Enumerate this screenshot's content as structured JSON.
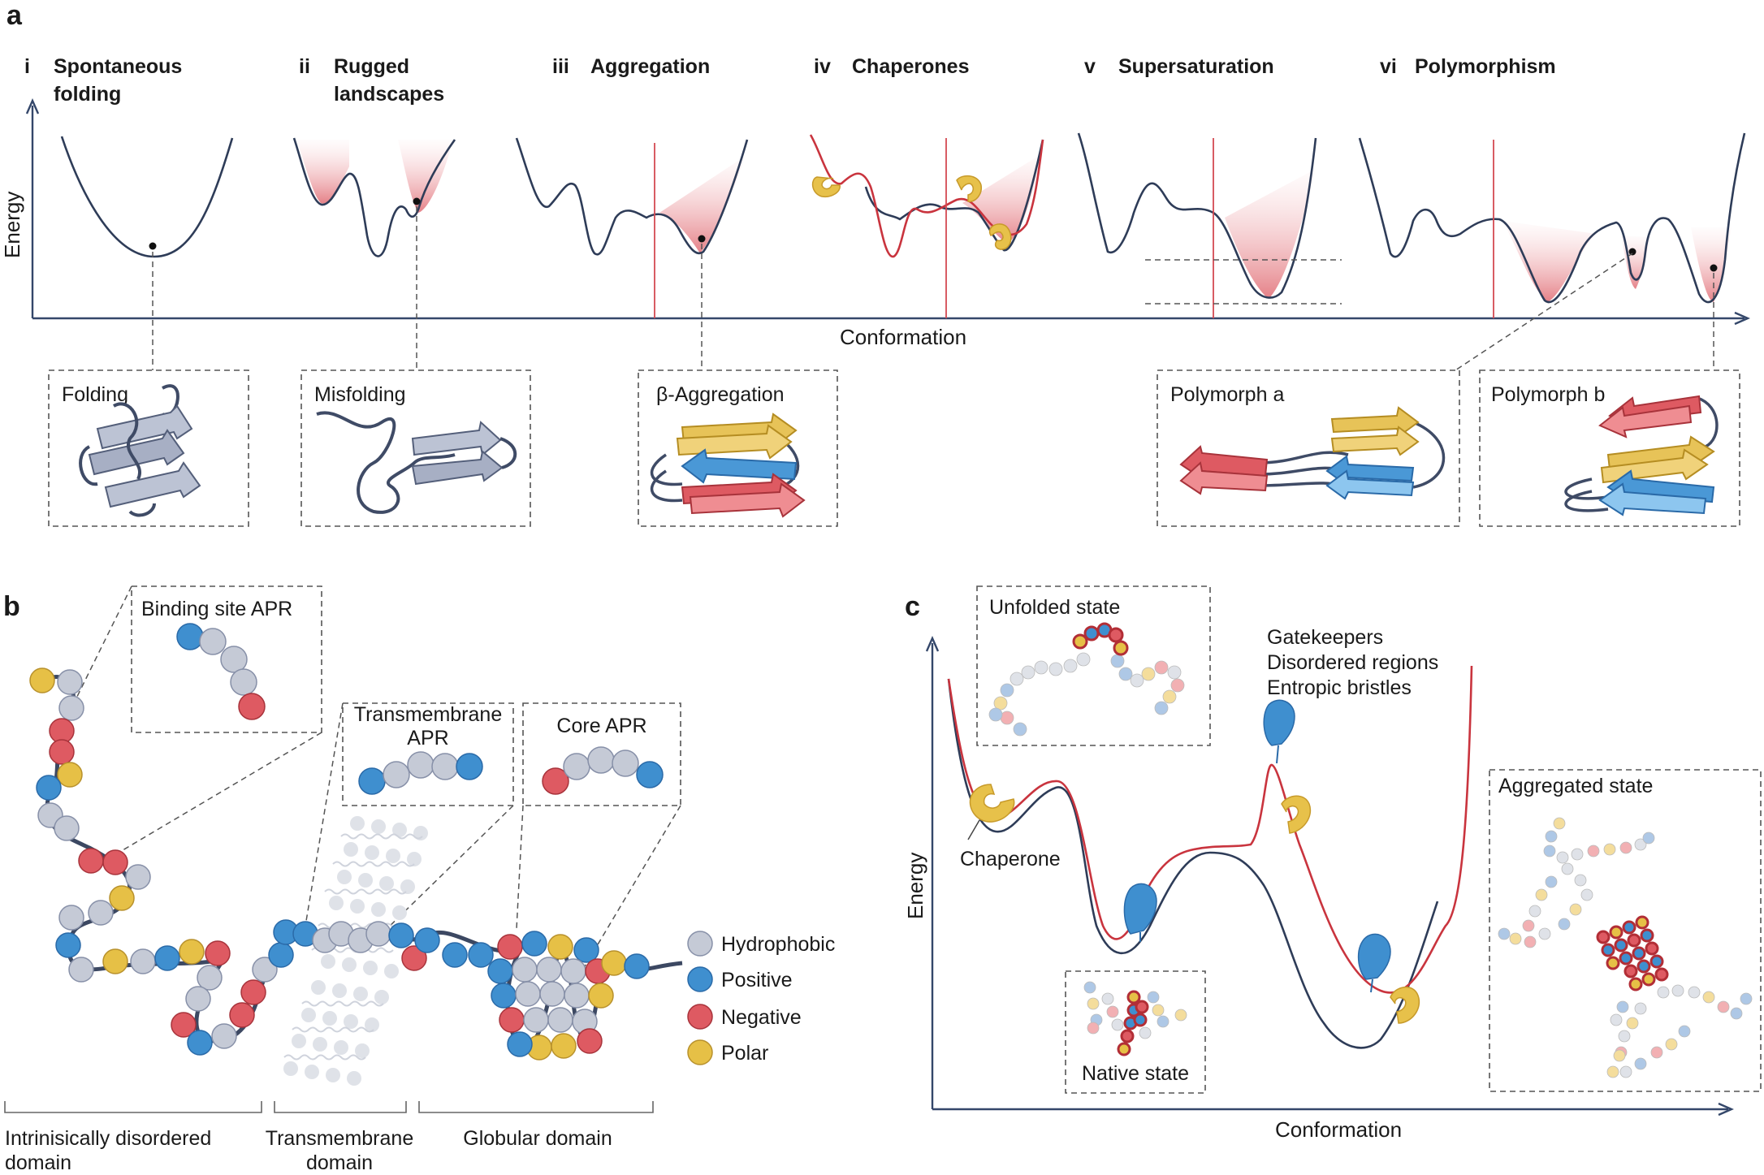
{
  "panel_a": {
    "letter": "a",
    "items": [
      {
        "numeral": "i",
        "title_line1": "Spontaneous",
        "title_line2": "folding"
      },
      {
        "numeral": "ii",
        "title_line1": "Rugged",
        "title_line2": "landscapes"
      },
      {
        "numeral": "iii",
        "title_line1": "Aggregation",
        "title_line2": ""
      },
      {
        "numeral": "iv",
        "title_line1": "Chaperones",
        "title_line2": ""
      },
      {
        "numeral": "v",
        "title_line1": "Supersaturation",
        "title_line2": ""
      },
      {
        "numeral": "vi",
        "title_line1": "Polymorphism",
        "title_line2": ""
      }
    ],
    "y_axis_label": "Energy",
    "x_axis_label": "Conformation",
    "boxes": [
      "Folding",
      "Misfolding",
      "β-Aggregation",
      "Polymorph a",
      "Polymorph b"
    ]
  },
  "panel_b": {
    "letter": "b",
    "insets": {
      "binding": "Binding site APR",
      "transmembrane_line1": "Transmembrane",
      "transmembrane_line2": "APR",
      "core": "Core APR"
    },
    "legend": [
      {
        "label": "Hydrophobic",
        "color": "#c5cad6"
      },
      {
        "label": "Positive",
        "color": "#3f8fcf"
      },
      {
        "label": "Negative",
        "color": "#de5a62"
      },
      {
        "label": "Polar",
        "color": "#e6c046"
      }
    ],
    "domains": {
      "idr_line1": "Intrinisically disordered",
      "idr_line2": "domain",
      "tm_line1": "Transmembrane",
      "tm_line2": "domain",
      "globular": "Globular domain"
    }
  },
  "panel_c": {
    "letter": "c",
    "y_axis_label": "Energy",
    "x_axis_label": "Conformation",
    "unfolded": "Unfolded state",
    "native": "Native state",
    "aggregated": "Aggregated state",
    "chaperone": "Chaperone",
    "barrier_labels": [
      "Gatekeepers",
      "Disordered regions",
      "Entropic bristles"
    ]
  },
  "colors": {
    "curve": "#2e3c58",
    "chaperone_curve": "#c9343e",
    "hydrophobic": "#c5cad6",
    "positive": "#3f8fcf",
    "negative": "#de5a62",
    "polar": "#e6c046"
  }
}
